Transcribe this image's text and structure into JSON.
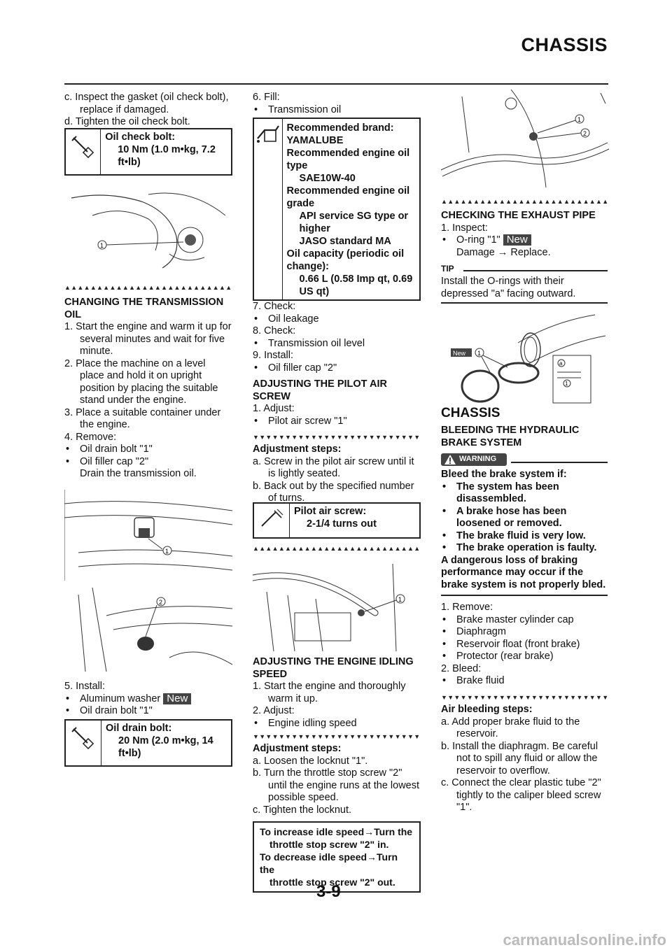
{
  "header": {
    "title": "CHASSIS",
    "page_number": "3-9"
  },
  "col1": {
    "intro": [
      "c. Inspect the gasket (oil check bolt), replace if damaged.",
      "d. Tighten the oil check bolt."
    ],
    "oil_check_bolt": {
      "label": "Oil check bolt:",
      "value": "10 Nm (1.0 m•kg, 7.2 ft•lb)"
    },
    "fig1_callout": "1",
    "section_title": "CHANGING THE TRANSMISSION OIL",
    "steps": [
      "1. Start the engine and warm it up for several minutes and wait for five minute.",
      "2. Place the machine on a level place and hold it on upright position by placing the suitable stand under the engine.",
      "3. Place a suitable container under the engine.",
      "4. Remove:"
    ],
    "remove_items": [
      "Oil drain bolt \"1\"",
      "Oil filler cap \"2\""
    ],
    "remove_note": "Drain the transmission oil.",
    "fig2_callout": "1",
    "fig3_callout": "2",
    "install_step": "5. Install:",
    "install_items": [
      "Aluminum washer",
      "Oil drain bolt \"1\""
    ],
    "new_badge": "New",
    "oil_drain_bolt": {
      "label": "Oil drain bolt:",
      "value": "20 Nm (2.0 m•kg, 14 ft•lb)"
    }
  },
  "col2": {
    "fill_step": "6. Fill:",
    "fill_item": "Transmission oil",
    "recommended": [
      {
        "t": "Recommended brand:",
        "ind": false
      },
      {
        "t": "YAMALUBE",
        "ind": false
      },
      {
        "t": "Recommended engine oil type",
        "ind": false
      },
      {
        "t": "SAE10W-40",
        "ind": true
      },
      {
        "t": "Recommended engine oil grade",
        "ind": false
      },
      {
        "t": "API service SG type or higher",
        "ind": true
      },
      {
        "t": "JASO standard MA",
        "ind": true
      },
      {
        "t": "Oil capacity (periodic oil change):",
        "ind": false
      },
      {
        "t": "0.66 L (0.58 Imp qt, 0.69 US qt)",
        "ind": true
      }
    ],
    "check1": "7. Check:",
    "check1_item": "Oil leakage",
    "check2": "8. Check:",
    "check2_item": "Transmission oil level",
    "install": "9. Install:",
    "install_item": "Oil filler cap \"2\"",
    "pilot_title": "ADJUSTING THE PILOT AIR SCREW",
    "adjust": "1. Adjust:",
    "adjust_item": "Pilot air screw \"1\"",
    "adj_steps_title": "Adjustment steps:",
    "adj_steps": [
      "a. Screw in the pilot air screw until it is lightly seated.",
      "b. Back out by the specified number of turns."
    ],
    "pilot_spec": {
      "label": "Pilot air screw:",
      "value": "2-1/4 turns out"
    },
    "fig4_callout": "1",
    "idle_title": "ADJUSTING THE ENGINE IDLING SPEED",
    "idle_steps": [
      "1. Start the engine and thoroughly warm it up.",
      "2. Adjust:"
    ],
    "idle_item": "Engine idling speed",
    "idle_adj_title": "Adjustment steps:",
    "idle_adj_steps": [
      "a. Loosen the locknut \"1\".",
      "b. Turn the throttle stop screw \"2\" until the  engine runs at the lowest possible speed.",
      "c. Tighten the locknut."
    ],
    "idle_note": [
      {
        "t": "To increase idle speed→Turn the",
        "ind": false
      },
      {
        "t": "throttle stop screw \"2\" in.",
        "ind": true
      },
      {
        "t": "To decrease idle speed→Turn the",
        "ind": false
      },
      {
        "t": "throttle stop screw \"2\" out.",
        "ind": true
      }
    ]
  },
  "col3": {
    "fig5_callouts": [
      "1",
      "2"
    ],
    "exhaust_title": "CHECKING THE EXHAUST PIPE",
    "inspect": "1. Inspect:",
    "inspect_item": "O-ring \"1\"",
    "inspect_note": "Damage → Replace.",
    "new_badge": "New",
    "tip_label": "TIP",
    "tip_text": "Install the O-rings with their depressed \"a\" facing outward.",
    "fig6_labels": {
      "new": "New",
      "c1": "1",
      "a": "a",
      "c2": "1"
    },
    "chassis_title": "CHASSIS",
    "bleed_title": "BLEEDING THE HYDRAULIC BRAKE SYSTEM",
    "warning_label": "WARNING",
    "warning_lines": [
      {
        "t": "Bleed the brake system if:",
        "bullet": false
      },
      {
        "t": "The system has been disassembled.",
        "bullet": true
      },
      {
        "t": "A brake hose has been loosened or removed.",
        "bullet": true
      },
      {
        "t": "The brake fluid is very low.",
        "bullet": true
      },
      {
        "t": "The brake operation is faulty.",
        "bullet": true
      },
      {
        "t": "A dangerous loss of braking performance may occur if the brake system is not properly bled.",
        "bullet": false
      }
    ],
    "remove": "1. Remove:",
    "remove_items": [
      "Brake master cylinder cap",
      "Diaphragm",
      "Reservoir float (front brake)",
      "Protector (rear brake)"
    ],
    "bleed": "2. Bleed:",
    "bleed_item": "Brake fluid",
    "air_title": "Air bleeding steps:",
    "air_steps": [
      "a. Add proper brake fluid to the reservoir.",
      "b. Install the diaphragm. Be careful not to spill any fluid or allow the reservoir to overflow.",
      "c. Connect the clear plastic tube \"2\" tightly to the caliper bleed screw \"1\"."
    ]
  },
  "watermark": "carmanualsonline.info"
}
